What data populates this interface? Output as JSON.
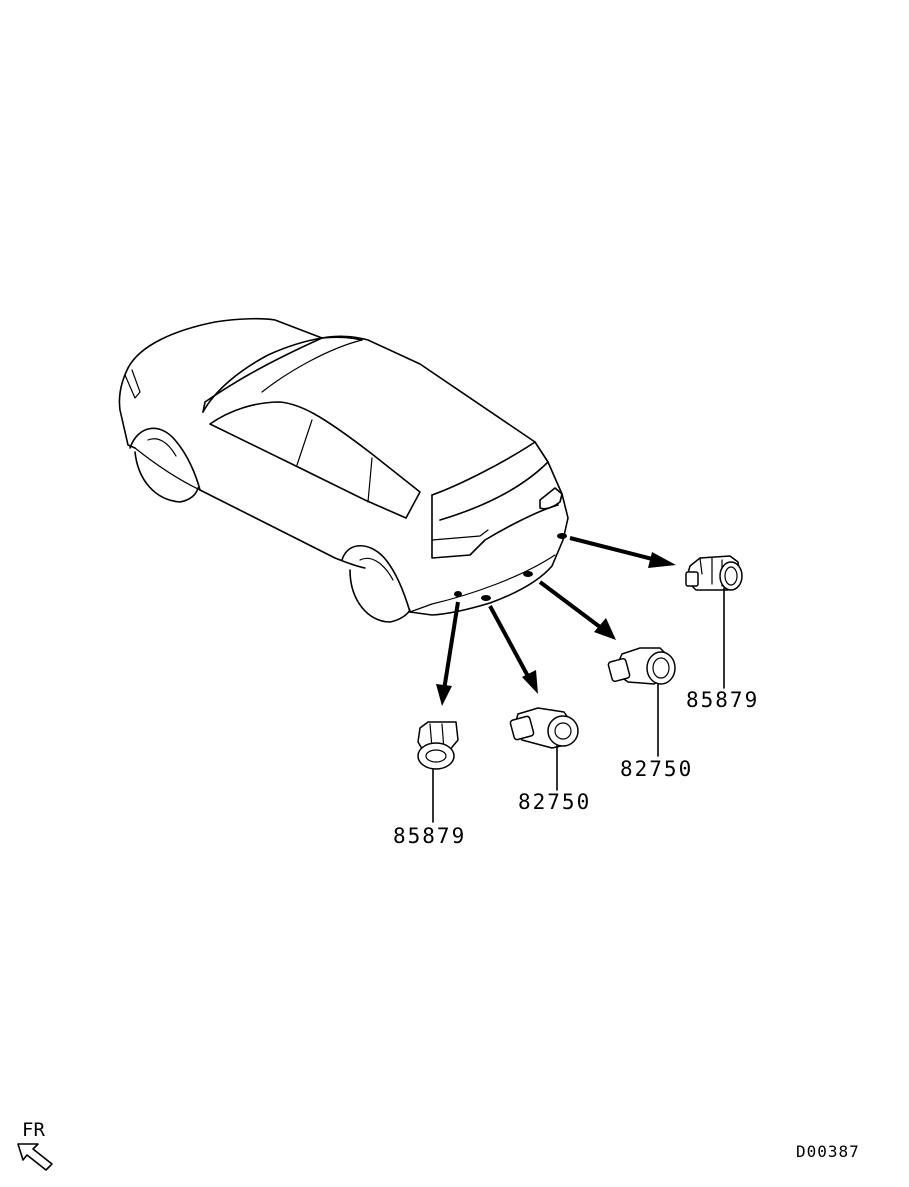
{
  "diagram": {
    "callouts": [
      {
        "part_number": "85879",
        "position": "rear-left corner"
      },
      {
        "part_number": "82750",
        "position": "rear-left center"
      },
      {
        "part_number": "82750",
        "position": "rear-right center"
      },
      {
        "part_number": "85879",
        "position": "rear-right corner"
      }
    ],
    "orientation_label": "FR",
    "drawing_code": "D00387"
  }
}
